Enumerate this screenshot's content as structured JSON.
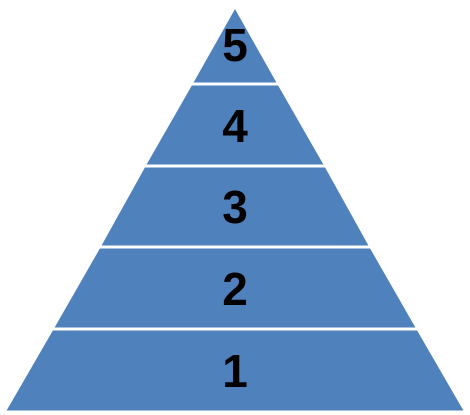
{
  "diagram": {
    "fill_color": "#4f81bd",
    "separator_color": "#ffffff",
    "tiers": [
      {
        "label": "1"
      },
      {
        "label": "2"
      },
      {
        "label": "3"
      },
      {
        "label": "4"
      },
      {
        "label": "5"
      }
    ]
  }
}
